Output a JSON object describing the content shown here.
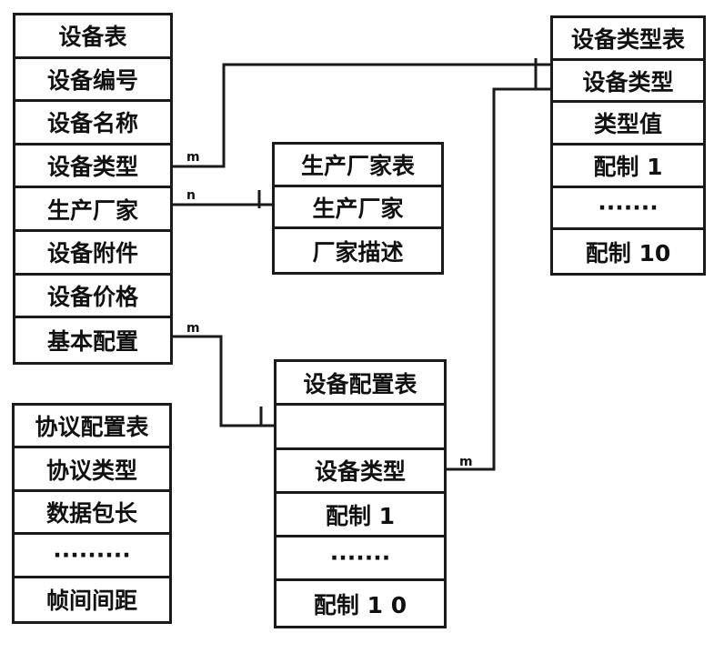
{
  "tables": {
    "device": {
      "title": "设备表",
      "fields": [
        "设备编号",
        "设备名称",
        "设备类型",
        "生产厂家",
        "设备附件",
        "设备价格",
        "基本配置"
      ]
    },
    "manufacturer": {
      "title": "生产厂家表",
      "fields": [
        "生产厂家",
        "厂家描述"
      ]
    },
    "device_type": {
      "title": "设备类型表",
      "fields": [
        "设备类型",
        "类型值",
        "配制 1",
        "·······",
        "配制 10"
      ]
    },
    "device_config": {
      "title": "设备配置表",
      "fields": [
        "",
        "设备类型",
        "配制 1",
        "·······",
        "配制 1 0"
      ]
    },
    "protocol_config": {
      "title": "协议配置表",
      "fields": [
        "协议类型",
        "数据包长",
        "·········",
        "帧间间距"
      ]
    }
  },
  "relations": [
    {
      "from": "设备类型",
      "from_card": "m",
      "to": "设备类型表.设备类型",
      "to_card": "1"
    },
    {
      "from": "生产厂家",
      "from_card": "n",
      "to": "生产厂家表.生产厂家",
      "to_card": "1"
    },
    {
      "from": "基本配置",
      "from_card": "m",
      "to": "设备配置表",
      "to_card": "1"
    },
    {
      "from": "设备配置表.设备类型",
      "from_card": "m",
      "to": "设备类型表.设备类型",
      "to_card": "1"
    }
  ]
}
